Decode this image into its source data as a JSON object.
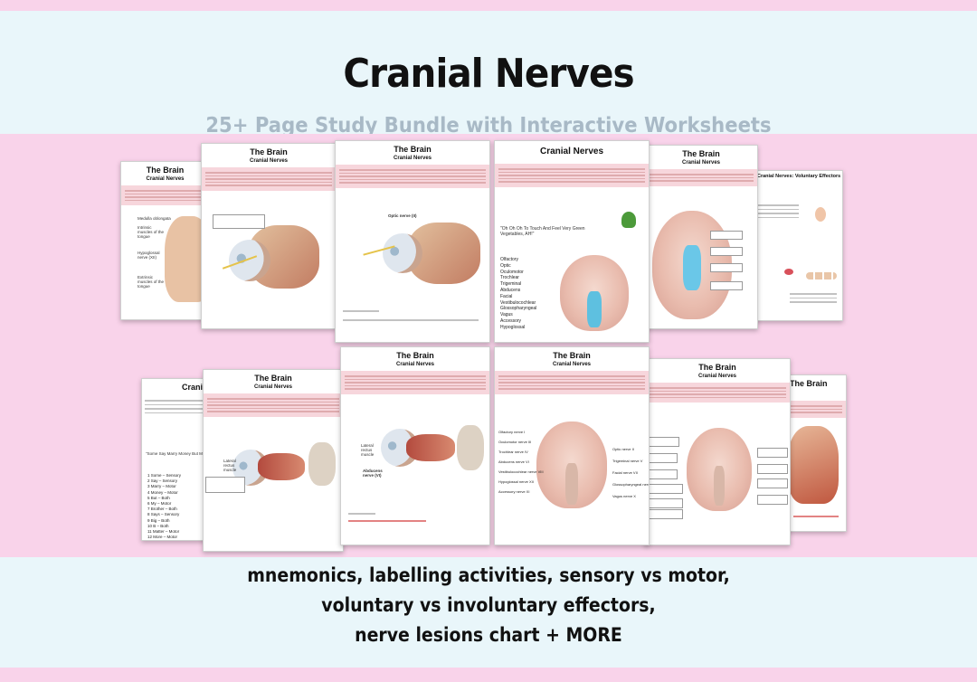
{
  "title": "Cranial Nerves",
  "subtitle": "25+ Page Study Bundle with Interactive Worksheets",
  "captions": [
    "mnemonics, labelling activities, sensory vs motor,",
    "voluntary vs involuntary effectors,",
    "nerve lesions chart + MORE"
  ],
  "pages": {
    "brain_heading": "The Brain",
    "sub_heading": "Cranial Nerves",
    "cranial_heading": "Cranial Nerves",
    "effectors_heading": "Cranial Nerves: Voluntary Effectors",
    "mnemonic": "\"Oh Oh Oh To Touch And Feel Very Green Vegetables, AH!\"",
    "nerve_list": [
      "Olfactory",
      "Optic",
      "Oculomotor",
      "Trochlear",
      "Trigeminal",
      "Abducens",
      "Facial",
      "Vestibulocochlear",
      "Glossopharyngeal",
      "Vagus",
      "Accessory",
      "Hypoglossal"
    ],
    "mnemonic2": "\"Some Say Marry Money But My ...\"",
    "sensory_list": [
      "1 Some – Sensory",
      "2 Say – Sensory",
      "3 Marry – Motor",
      "4 Money – Motor",
      "5 But – Both",
      "6 My – Motor",
      "7 Brother – Both",
      "8 Says – Sensory",
      "9 Big – Both",
      "10 B – Both",
      "11 Matter – Motor",
      "12 More – Motor"
    ],
    "optic_label": "Optic nerve (II)",
    "abducens_label": "Abducens nerve (VI)",
    "lateral_label": "Lateral rectus muscle",
    "labels_left": [
      "Olfactory nerve I",
      "Oculomotor nerve III",
      "Trochlear nerve IV",
      "Abducens nerve VI",
      "Vestibulocochlear nerve VIII",
      "Hypoglossal nerve XII",
      "Accessory nerve XI"
    ],
    "labels_right": [
      "Optic nerve II",
      "Trigeminal nerve V",
      "Facial nerve VII",
      "Glossopharyngeal nerve IX",
      "Vagus nerve X"
    ],
    "tongue_labels": [
      "Medulla oblongata",
      "Intrinsic muscles of the tongue",
      "Hypoglossal nerve (XII)",
      "Extrinsic muscles of the tongue"
    ]
  },
  "colors": {
    "pink_band": "#f9d3ea",
    "blue_band": "#e9f6fa",
    "subtitle": "#a8b9c6"
  }
}
